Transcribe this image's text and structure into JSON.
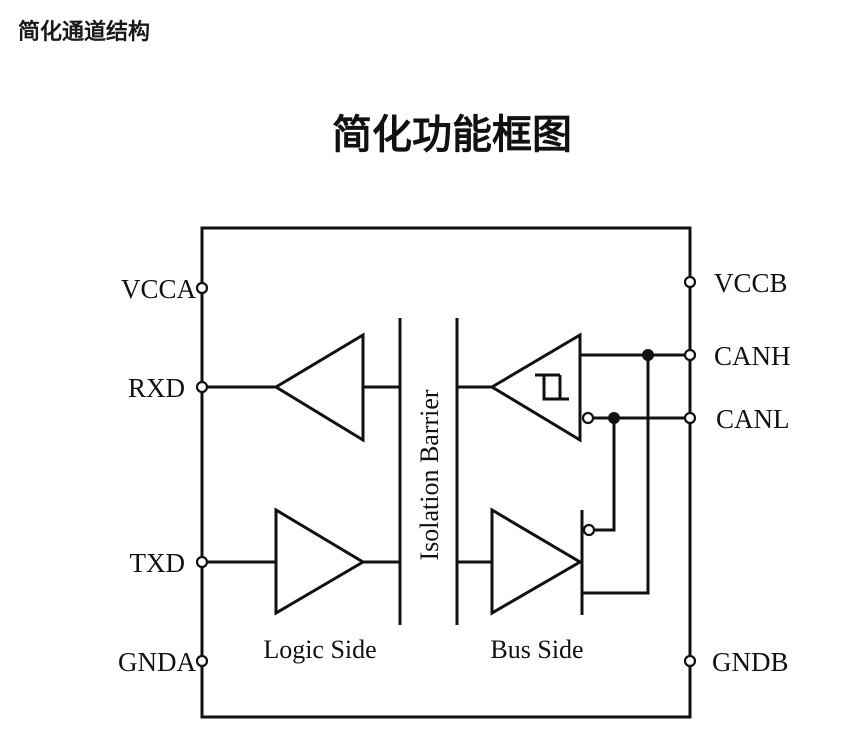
{
  "page": {
    "section_heading": "简化通道结构"
  },
  "diagram": {
    "title": "简化功能框图",
    "barrier_label": "Isolation Barrier",
    "logic_side_label": "Logic Side",
    "bus_side_label": "Bus Side",
    "left_pins": [
      {
        "name": "VCCA"
      },
      {
        "name": "RXD"
      },
      {
        "name": "TXD"
      },
      {
        "name": "GNDA"
      }
    ],
    "right_pins": [
      {
        "name": "VCCB"
      },
      {
        "name": "CANH"
      },
      {
        "name": "CANL"
      },
      {
        "name": "GNDB"
      }
    ],
    "blocks": [
      {
        "id": "logic-receiver-buffer",
        "side": "Logic Side",
        "direction": "to RXD"
      },
      {
        "id": "logic-transmitter-buffer",
        "side": "Logic Side",
        "direction": "from TXD"
      },
      {
        "id": "bus-receiver-comparator",
        "side": "Bus Side",
        "symbol": "hysteresis",
        "inputs": [
          "CANH",
          "CANL (inverted)"
        ]
      },
      {
        "id": "bus-transmitter-driver",
        "side": "Bus Side",
        "outputs": [
          "CANH",
          "CANL (inverted)"
        ]
      }
    ],
    "colors": {
      "line": "#111111",
      "background": "#ffffff"
    }
  }
}
